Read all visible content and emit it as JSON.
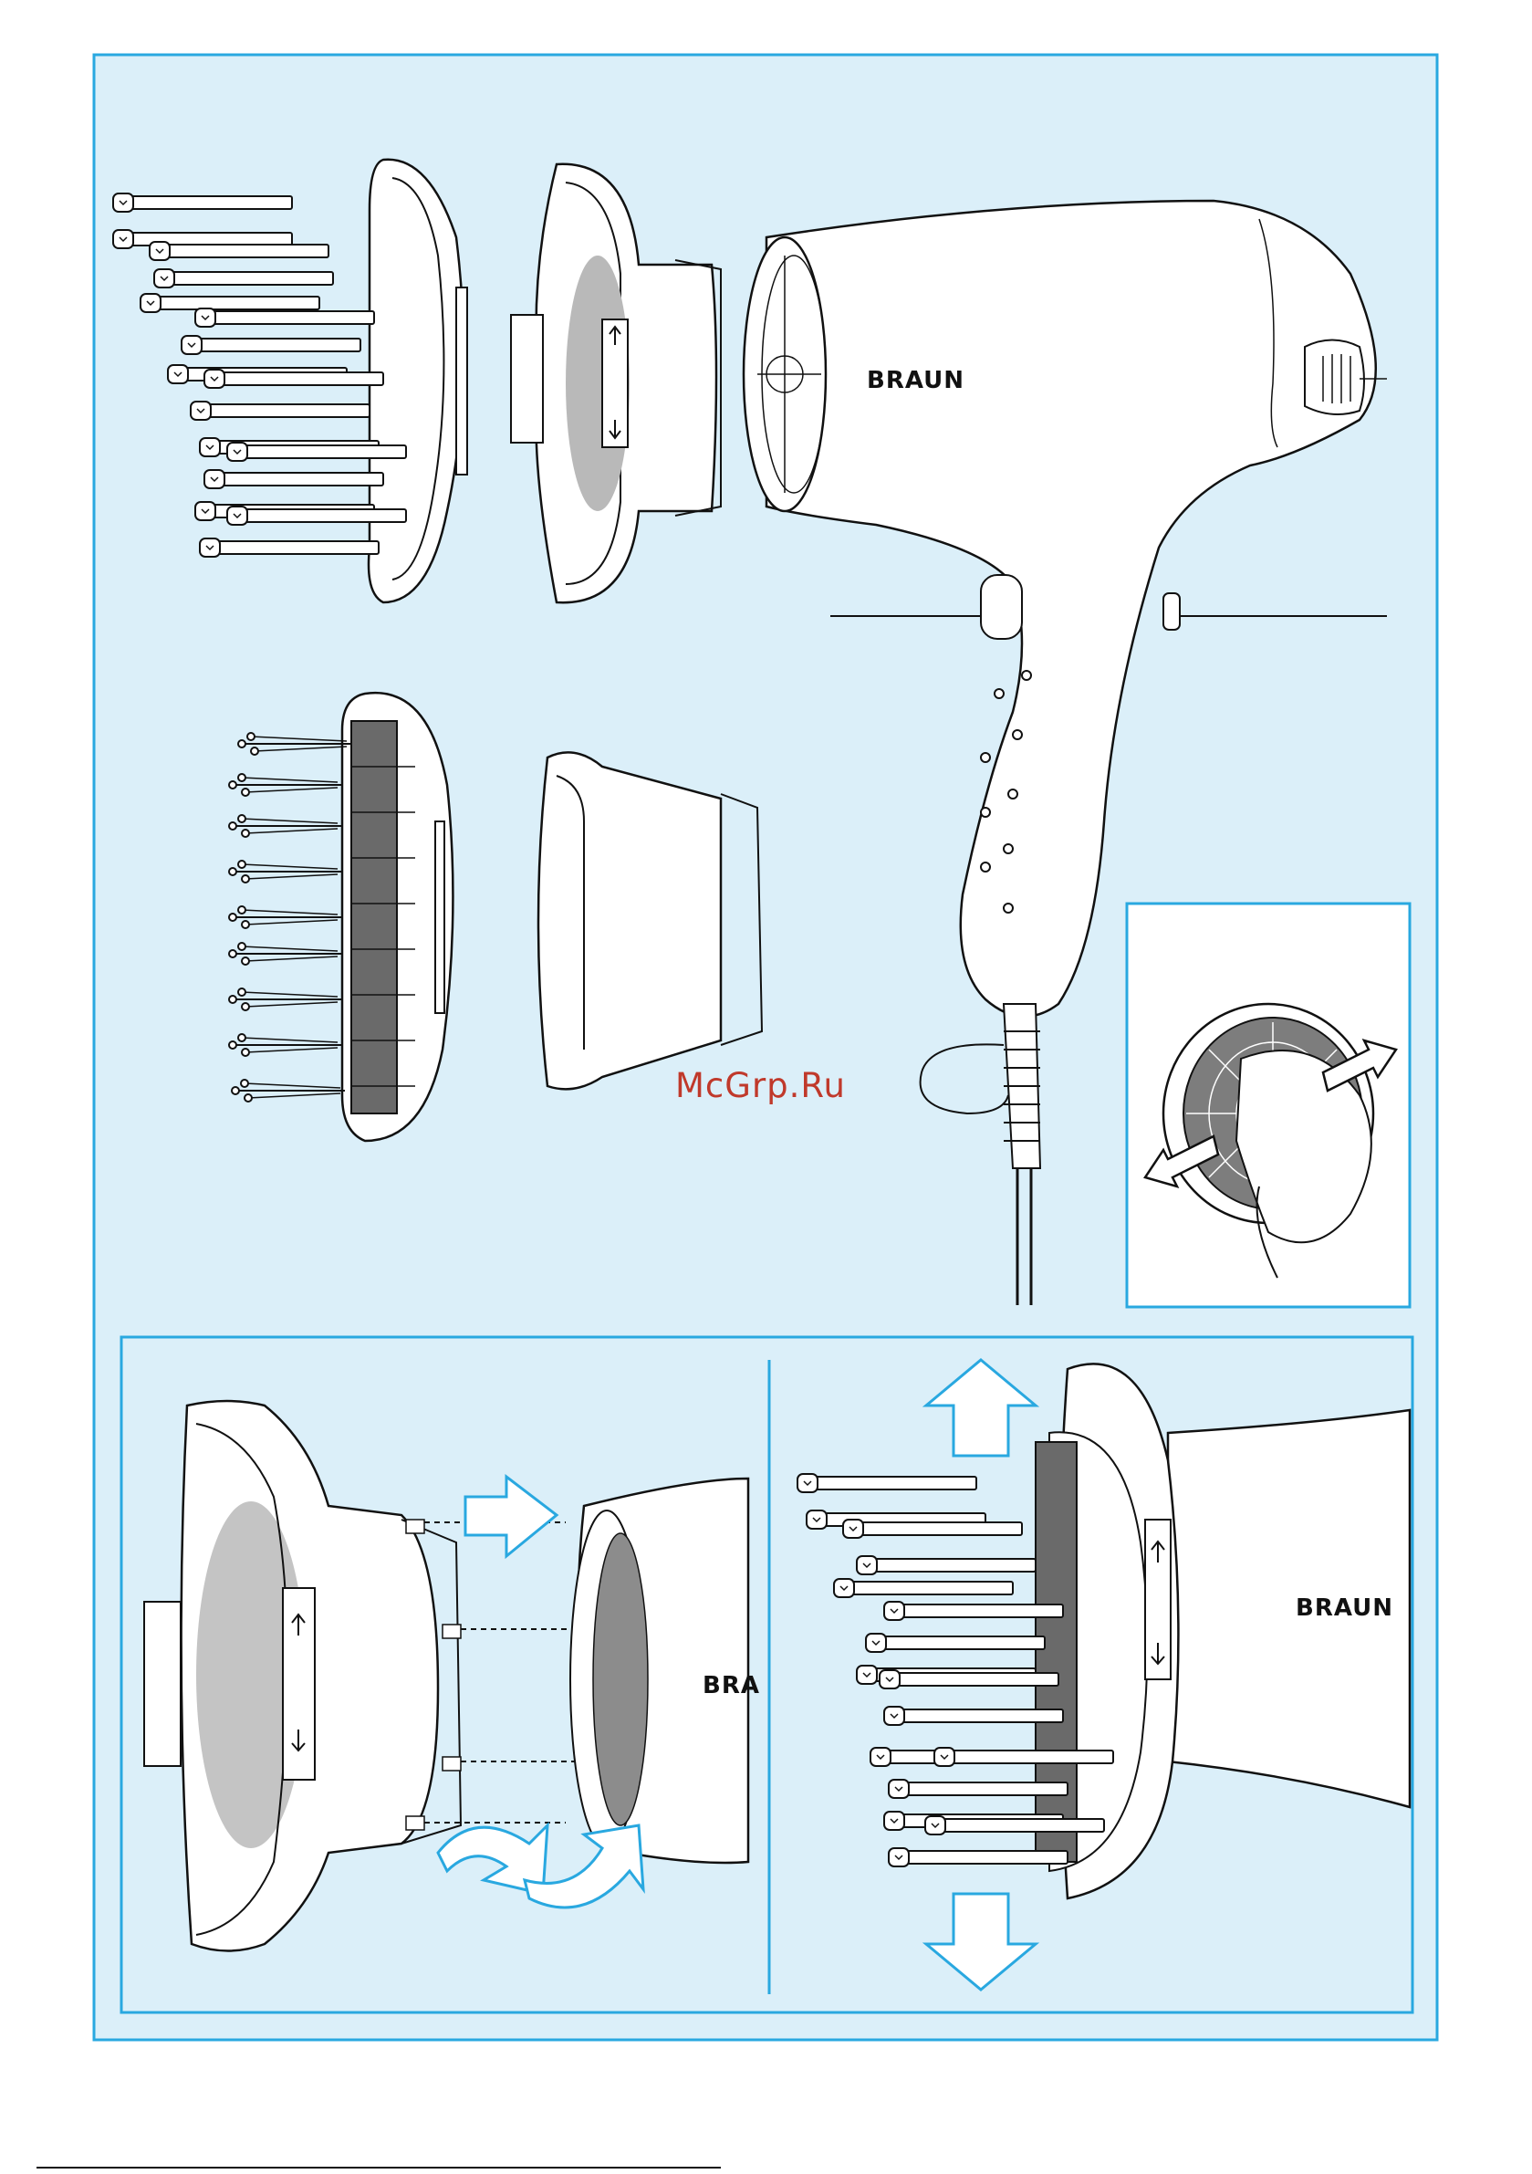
{
  "brand_text": "BRAUN",
  "brand_text_partial": "BRA",
  "watermark": "McGrp.Ru",
  "colors": {
    "page": "#ffffff",
    "panel_fill": "#dbeff9",
    "panel_border": "#29a8e0",
    "line": "#111111",
    "arrow": "#29a8e0",
    "filter_grey": "#7d7d7d",
    "watermark": "#c0392b"
  },
  "icons": [
    "brush-attachment-icon",
    "volume-diffuser-icon",
    "concentrator-nozzle-icon",
    "hair-dryer-icon",
    "filter-cleaning-icon"
  ]
}
